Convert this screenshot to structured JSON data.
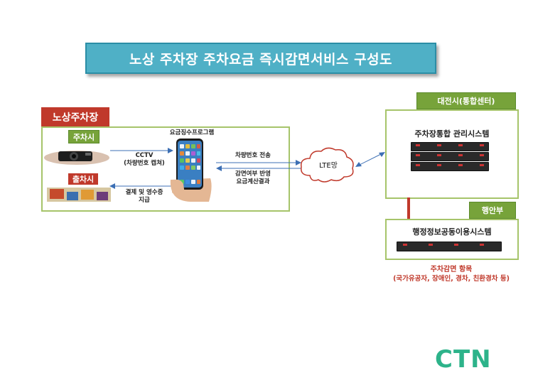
{
  "title": "노상 주차장 주차요금 즉시감면서비스 구성도",
  "parking": {
    "tab": "노상주차장",
    "entry_label": "주차시",
    "exit_label": "출차시",
    "program_label": "요금징수프로그램",
    "cctv_line1": "CCTV",
    "cctv_line2": "(차량번호 캡쳐)",
    "pay_line1": "결제 및 영수증",
    "pay_line2": "지급"
  },
  "network": {
    "send_label": "차량번호 전송",
    "result_line1": "감면여부 반영",
    "result_line2": "요금계산결과",
    "lte_label": "LTE망"
  },
  "daejeon": {
    "tab": "대전시(통합센터)",
    "system": "주차장통합 관리시스템"
  },
  "mois": {
    "tab": "행안부",
    "system": "행정정보공동이용시스템"
  },
  "discount": {
    "title": "주차감면 항목",
    "items": "(국가유공자, 장애인, 경차, 친환경차 등)"
  },
  "logo": "CTN",
  "colors": {
    "banner": "#4fb0c6",
    "panel_border": "#a6c46a",
    "red": "#c0392b",
    "green_tag": "#77a33a",
    "logo": "#2db38a"
  }
}
